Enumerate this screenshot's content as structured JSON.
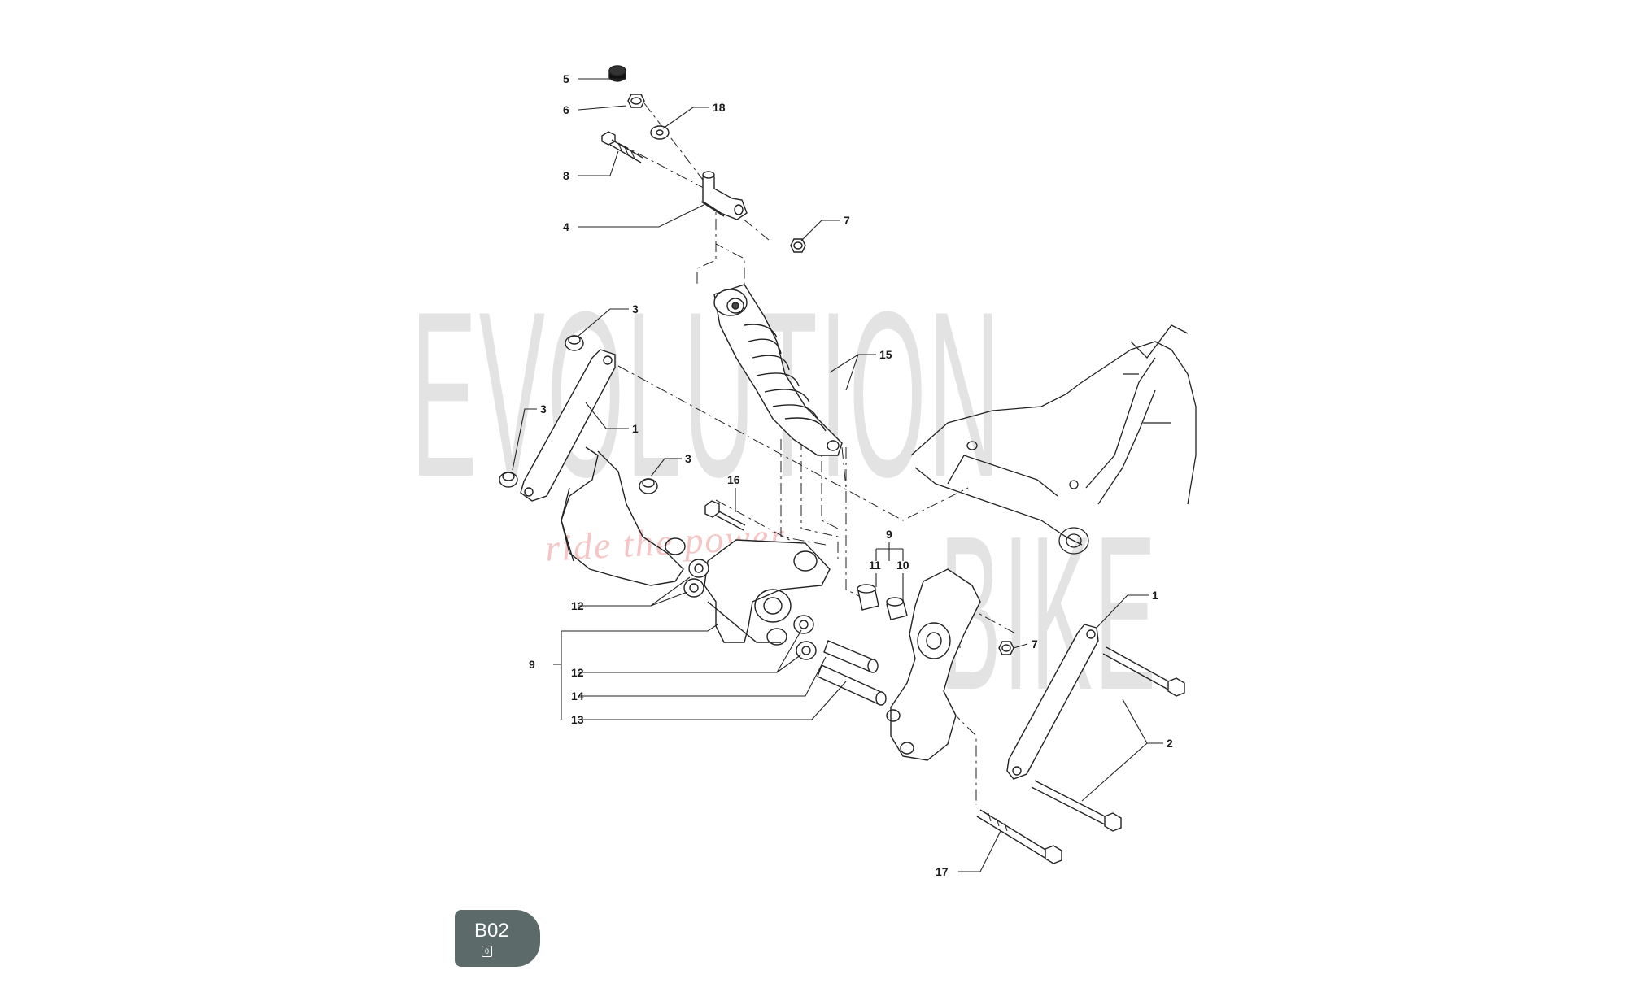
{
  "watermark": {
    "line1": "EVOLUTION",
    "line2": "BIKE",
    "tagline": "ride the power"
  },
  "callouts": {
    "c5": "5",
    "c6": "6",
    "c18": "18",
    "c8": "8",
    "c4": "4",
    "c7a": "7",
    "c3a": "3",
    "c15": "15",
    "c3b": "3",
    "c1a": "1",
    "c3c": "3",
    "c16": "16",
    "c9a": "9",
    "c11": "11",
    "c10": "10",
    "c12a": "12",
    "c9b": "9",
    "c12b": "12",
    "c14": "14",
    "c13": "13",
    "c1b": "1",
    "c7b": "7",
    "c2": "2",
    "c17": "17"
  },
  "badge": {
    "code": "B02",
    "sub": "0"
  }
}
